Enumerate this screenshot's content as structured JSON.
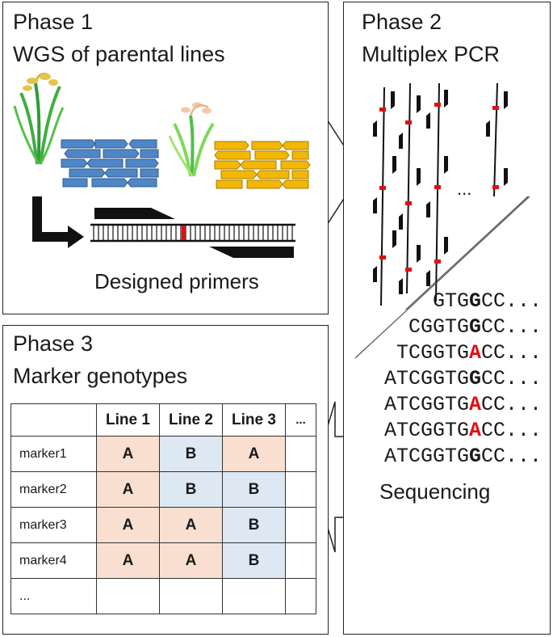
{
  "phase1": {
    "title": "Phase 1",
    "subtitle": "WGS of parental lines",
    "caption": "Designed primers"
  },
  "phase2": {
    "title": "Phase 2",
    "subtitle": "Multiplex PCR",
    "ellipsis": "...",
    "caption": "Sequencing",
    "reads": [
      {
        "pre": "GTG",
        "allele": "G",
        "post": "CC...",
        "variant": false
      },
      {
        "pre": "CGGTG",
        "allele": "G",
        "post": "CC...",
        "variant": false
      },
      {
        "pre": "TCGGTG",
        "allele": "A",
        "post": "CC...",
        "variant": true
      },
      {
        "pre": "ATCGGTG",
        "allele": "G",
        "post": "CC...",
        "variant": false
      },
      {
        "pre": "ATCGGTG",
        "allele": "A",
        "post": "CC...",
        "variant": true
      },
      {
        "pre": "ATCGGTG",
        "allele": "A",
        "post": "CC...",
        "variant": true
      },
      {
        "pre": "ATCGGTG",
        "allele": "G",
        "post": "CC...",
        "variant": false
      }
    ]
  },
  "phase3": {
    "title": "Phase 3",
    "subtitle": "Marker genotypes",
    "table": {
      "headers": [
        "",
        "Line 1",
        "Line 2",
        "Line 3",
        "..."
      ],
      "rows": [
        {
          "marker": "marker1",
          "genotypes": [
            "A",
            "B",
            "A"
          ]
        },
        {
          "marker": "marker2",
          "genotypes": [
            "A",
            "B",
            "B"
          ]
        },
        {
          "marker": "marker3",
          "genotypes": [
            "A",
            "A",
            "B"
          ]
        },
        {
          "marker": "marker4",
          "genotypes": [
            "A",
            "A",
            "B"
          ]
        },
        {
          "marker": "...",
          "genotypes": [
            "",
            "",
            ""
          ]
        }
      ]
    }
  },
  "colors": {
    "reads_parent1": "#4f86c6",
    "reads_parent2": "#f2b705",
    "snp": "#e01010",
    "genotype_A": "#f8dfd0",
    "genotype_B": "#dde8f3",
    "plant_leaf": "#3fae3f",
    "plant_panicle": "#e6c34a"
  }
}
